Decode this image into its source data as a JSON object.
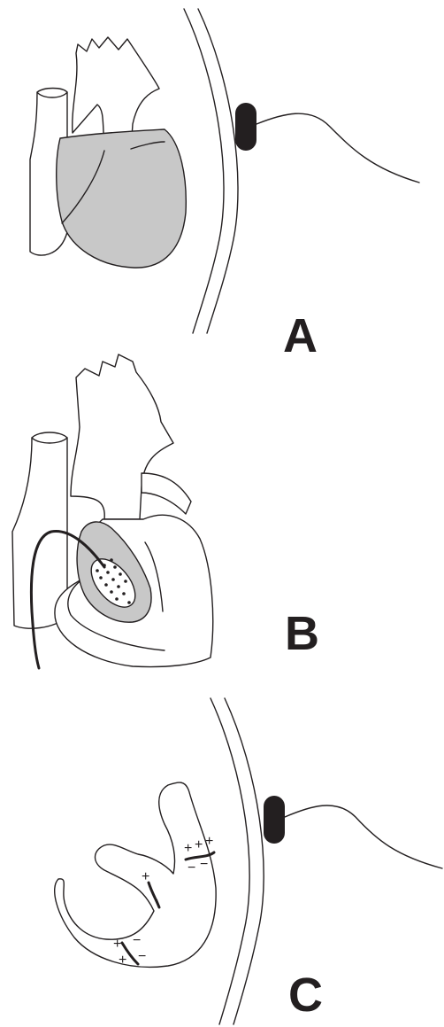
{
  "panels": [
    {
      "label": "A"
    },
    {
      "label": "B"
    },
    {
      "label": "C"
    }
  ],
  "charge_marks": {
    "positive": "+",
    "negative": "−"
  },
  "colors": {
    "ink": "#231f20",
    "fill_gray": "#c8c8c8",
    "background": "#ffffff"
  }
}
